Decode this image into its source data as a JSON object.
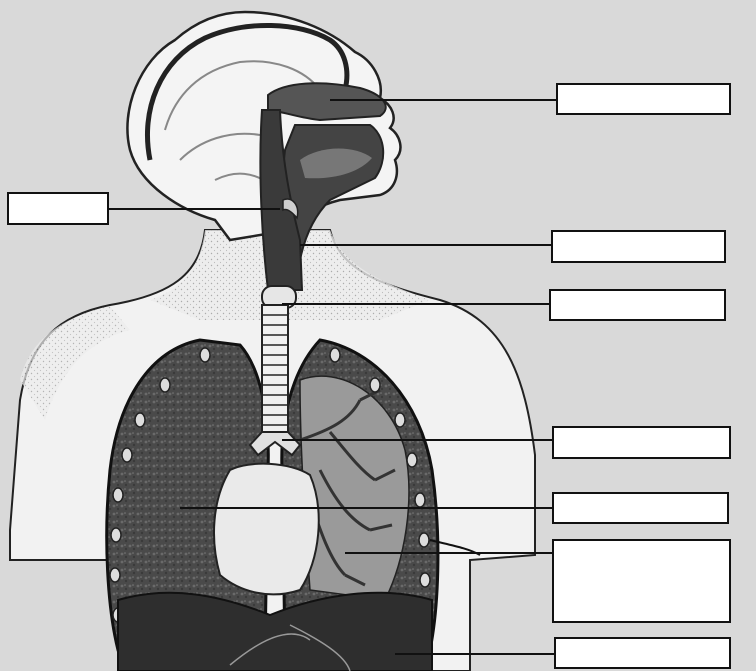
{
  "diagram": {
    "background_color": "#d9d9d9",
    "skin_color": "#f2f2f2",
    "lung_color": "#4d4d4d",
    "dark_color": "#2e2e2e",
    "labels": [
      {
        "id": "nasal-cavity",
        "text": ""
      },
      {
        "id": "pharynx",
        "text": ""
      },
      {
        "id": "larynx",
        "text": ""
      },
      {
        "id": "trachea",
        "text": ""
      },
      {
        "id": "bronchus",
        "text": ""
      },
      {
        "id": "lung",
        "text": ""
      },
      {
        "id": "bronchioles-alveoli",
        "text": ""
      },
      {
        "id": "diaphragm",
        "text": ""
      },
      {
        "id": "epiglottis",
        "text": ""
      }
    ]
  }
}
